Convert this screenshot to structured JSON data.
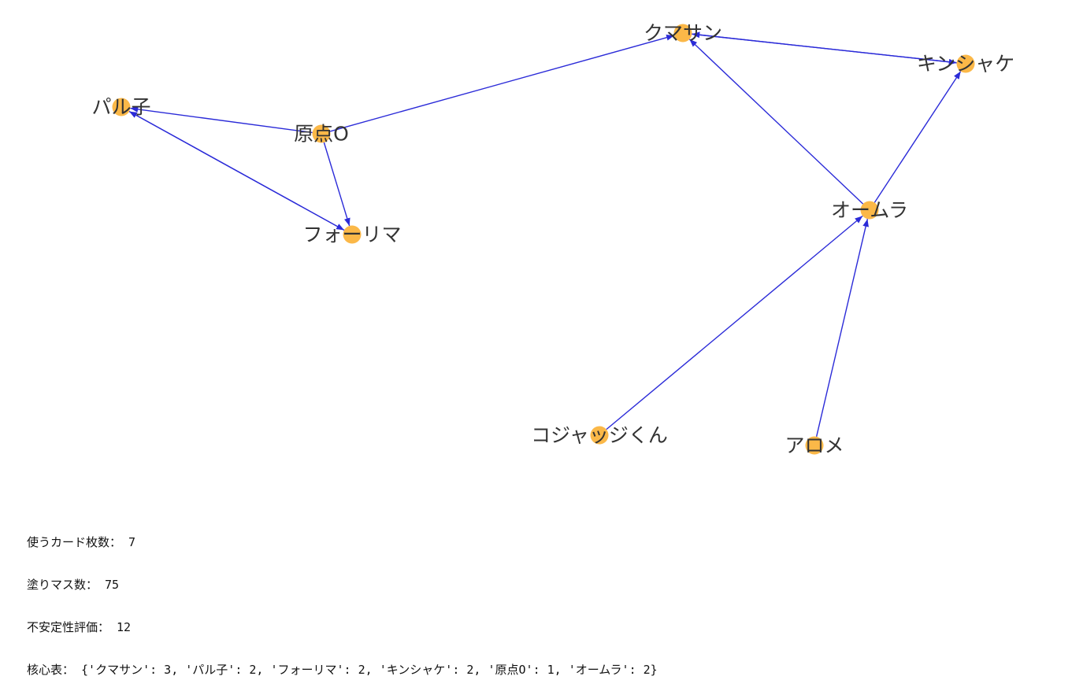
{
  "graph": {
    "node_color": "#FBB848",
    "edge_color": "#2B2BD8",
    "nodes": [
      {
        "id": "kumasan",
        "label": "クマサン"
      },
      {
        "id": "kinshake",
        "label": "キンシャケ"
      },
      {
        "id": "paruko",
        "label": "パル子"
      },
      {
        "id": "genten",
        "label": "原点O"
      },
      {
        "id": "forima",
        "label": "フォーリマ"
      },
      {
        "id": "omura",
        "label": "オームラ"
      },
      {
        "id": "kojakkun",
        "label": "コジャッジくん"
      },
      {
        "id": "arome",
        "label": "アロメ"
      }
    ],
    "edges": [
      {
        "from": "kinshake",
        "to": "kumasan"
      },
      {
        "from": "kumasan",
        "to": "kinshake"
      },
      {
        "from": "genten",
        "to": "kumasan"
      },
      {
        "from": "genten",
        "to": "paruko"
      },
      {
        "from": "genten",
        "to": "forima"
      },
      {
        "from": "paruko",
        "to": "forima"
      },
      {
        "from": "forima",
        "to": "paruko"
      },
      {
        "from": "omura",
        "to": "kumasan"
      },
      {
        "from": "omura",
        "to": "kinshake"
      },
      {
        "from": "kojakkun",
        "to": "omura"
      },
      {
        "from": "arome",
        "to": "omura"
      }
    ]
  },
  "info": {
    "cards_used": "使うカード枚数： 7",
    "painted_cells": "塗りマス数： 75",
    "instability": "不安定性評価： 12",
    "core_table": "核心表： {'クマサン': 3, 'パル子': 2, 'フォーリマ': 2, 'キンシャケ': 2, '原点O': 1, 'オームラ': 2}"
  }
}
